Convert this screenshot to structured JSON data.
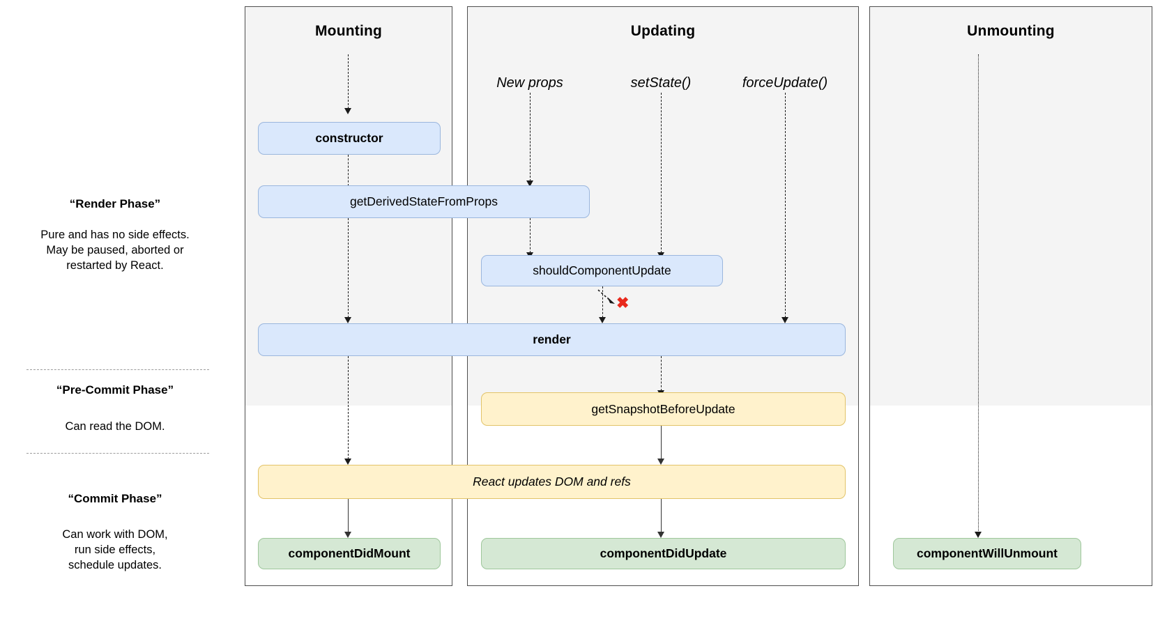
{
  "diagram": {
    "title": "React component lifecycle diagram",
    "columns": [
      {
        "id": "mounting",
        "label": "Mounting"
      },
      {
        "id": "updating",
        "label": "Updating"
      },
      {
        "id": "unmounting",
        "label": "Unmounting"
      }
    ],
    "phases": [
      {
        "id": "render",
        "title": "“Render Phase”",
        "description": "Pure and has no side effects.\nMay be paused, aborted or\nrestarted by React."
      },
      {
        "id": "pre-commit",
        "title": "“Pre-Commit Phase”",
        "description": "Can read the DOM."
      },
      {
        "id": "commit",
        "title": "“Commit Phase”",
        "description": "Can work with DOM,\nrun side effects,\nschedule updates."
      }
    ],
    "triggers": [
      {
        "id": "new-props",
        "label": "New props"
      },
      {
        "id": "set-state",
        "label": "setState()"
      },
      {
        "id": "force-update",
        "label": "forceUpdate()"
      }
    ],
    "nodes": [
      {
        "id": "constructor",
        "label": "constructor",
        "color": "#dae8fc",
        "style": "bold"
      },
      {
        "id": "get-derived-state",
        "label": "getDerivedStateFromProps",
        "color": "#dae8fc",
        "style": "normal"
      },
      {
        "id": "should-component-update",
        "label": "shouldComponentUpdate",
        "color": "#dae8fc",
        "style": "normal"
      },
      {
        "id": "render",
        "label": "render",
        "color": "#dae8fc",
        "style": "bold"
      },
      {
        "id": "get-snapshot",
        "label": "getSnapshotBeforeUpdate",
        "color": "#fff2cc",
        "style": "normal"
      },
      {
        "id": "react-updates-dom",
        "label": "React updates DOM and refs",
        "color": "#fff2cc",
        "style": "italic"
      },
      {
        "id": "component-did-mount",
        "label": "componentDidMount",
        "color": "#d5e8d4",
        "style": "bold"
      },
      {
        "id": "component-did-update",
        "label": "componentDidUpdate",
        "color": "#d5e8d4",
        "style": "bold"
      },
      {
        "id": "component-will-unmount",
        "label": "componentWillUnmount",
        "color": "#d5e8d4",
        "style": "bold"
      }
    ],
    "markers": [
      {
        "id": "skip-render-x",
        "glyph": "✖",
        "color": "#e8291c",
        "meaning": "shouldComponentUpdate returns false - skip render"
      }
    ],
    "colors": {
      "render_phase_band": "#f4f4f4",
      "commit_phase_band": "#ffffff",
      "blue_node": "#dae8fc",
      "yellow_node": "#fff2cc",
      "green_node": "#d5e8d4",
      "frame_border": "#4d4d4d",
      "arrow": "#1a1a1a",
      "marker_red": "#e8291c"
    }
  }
}
